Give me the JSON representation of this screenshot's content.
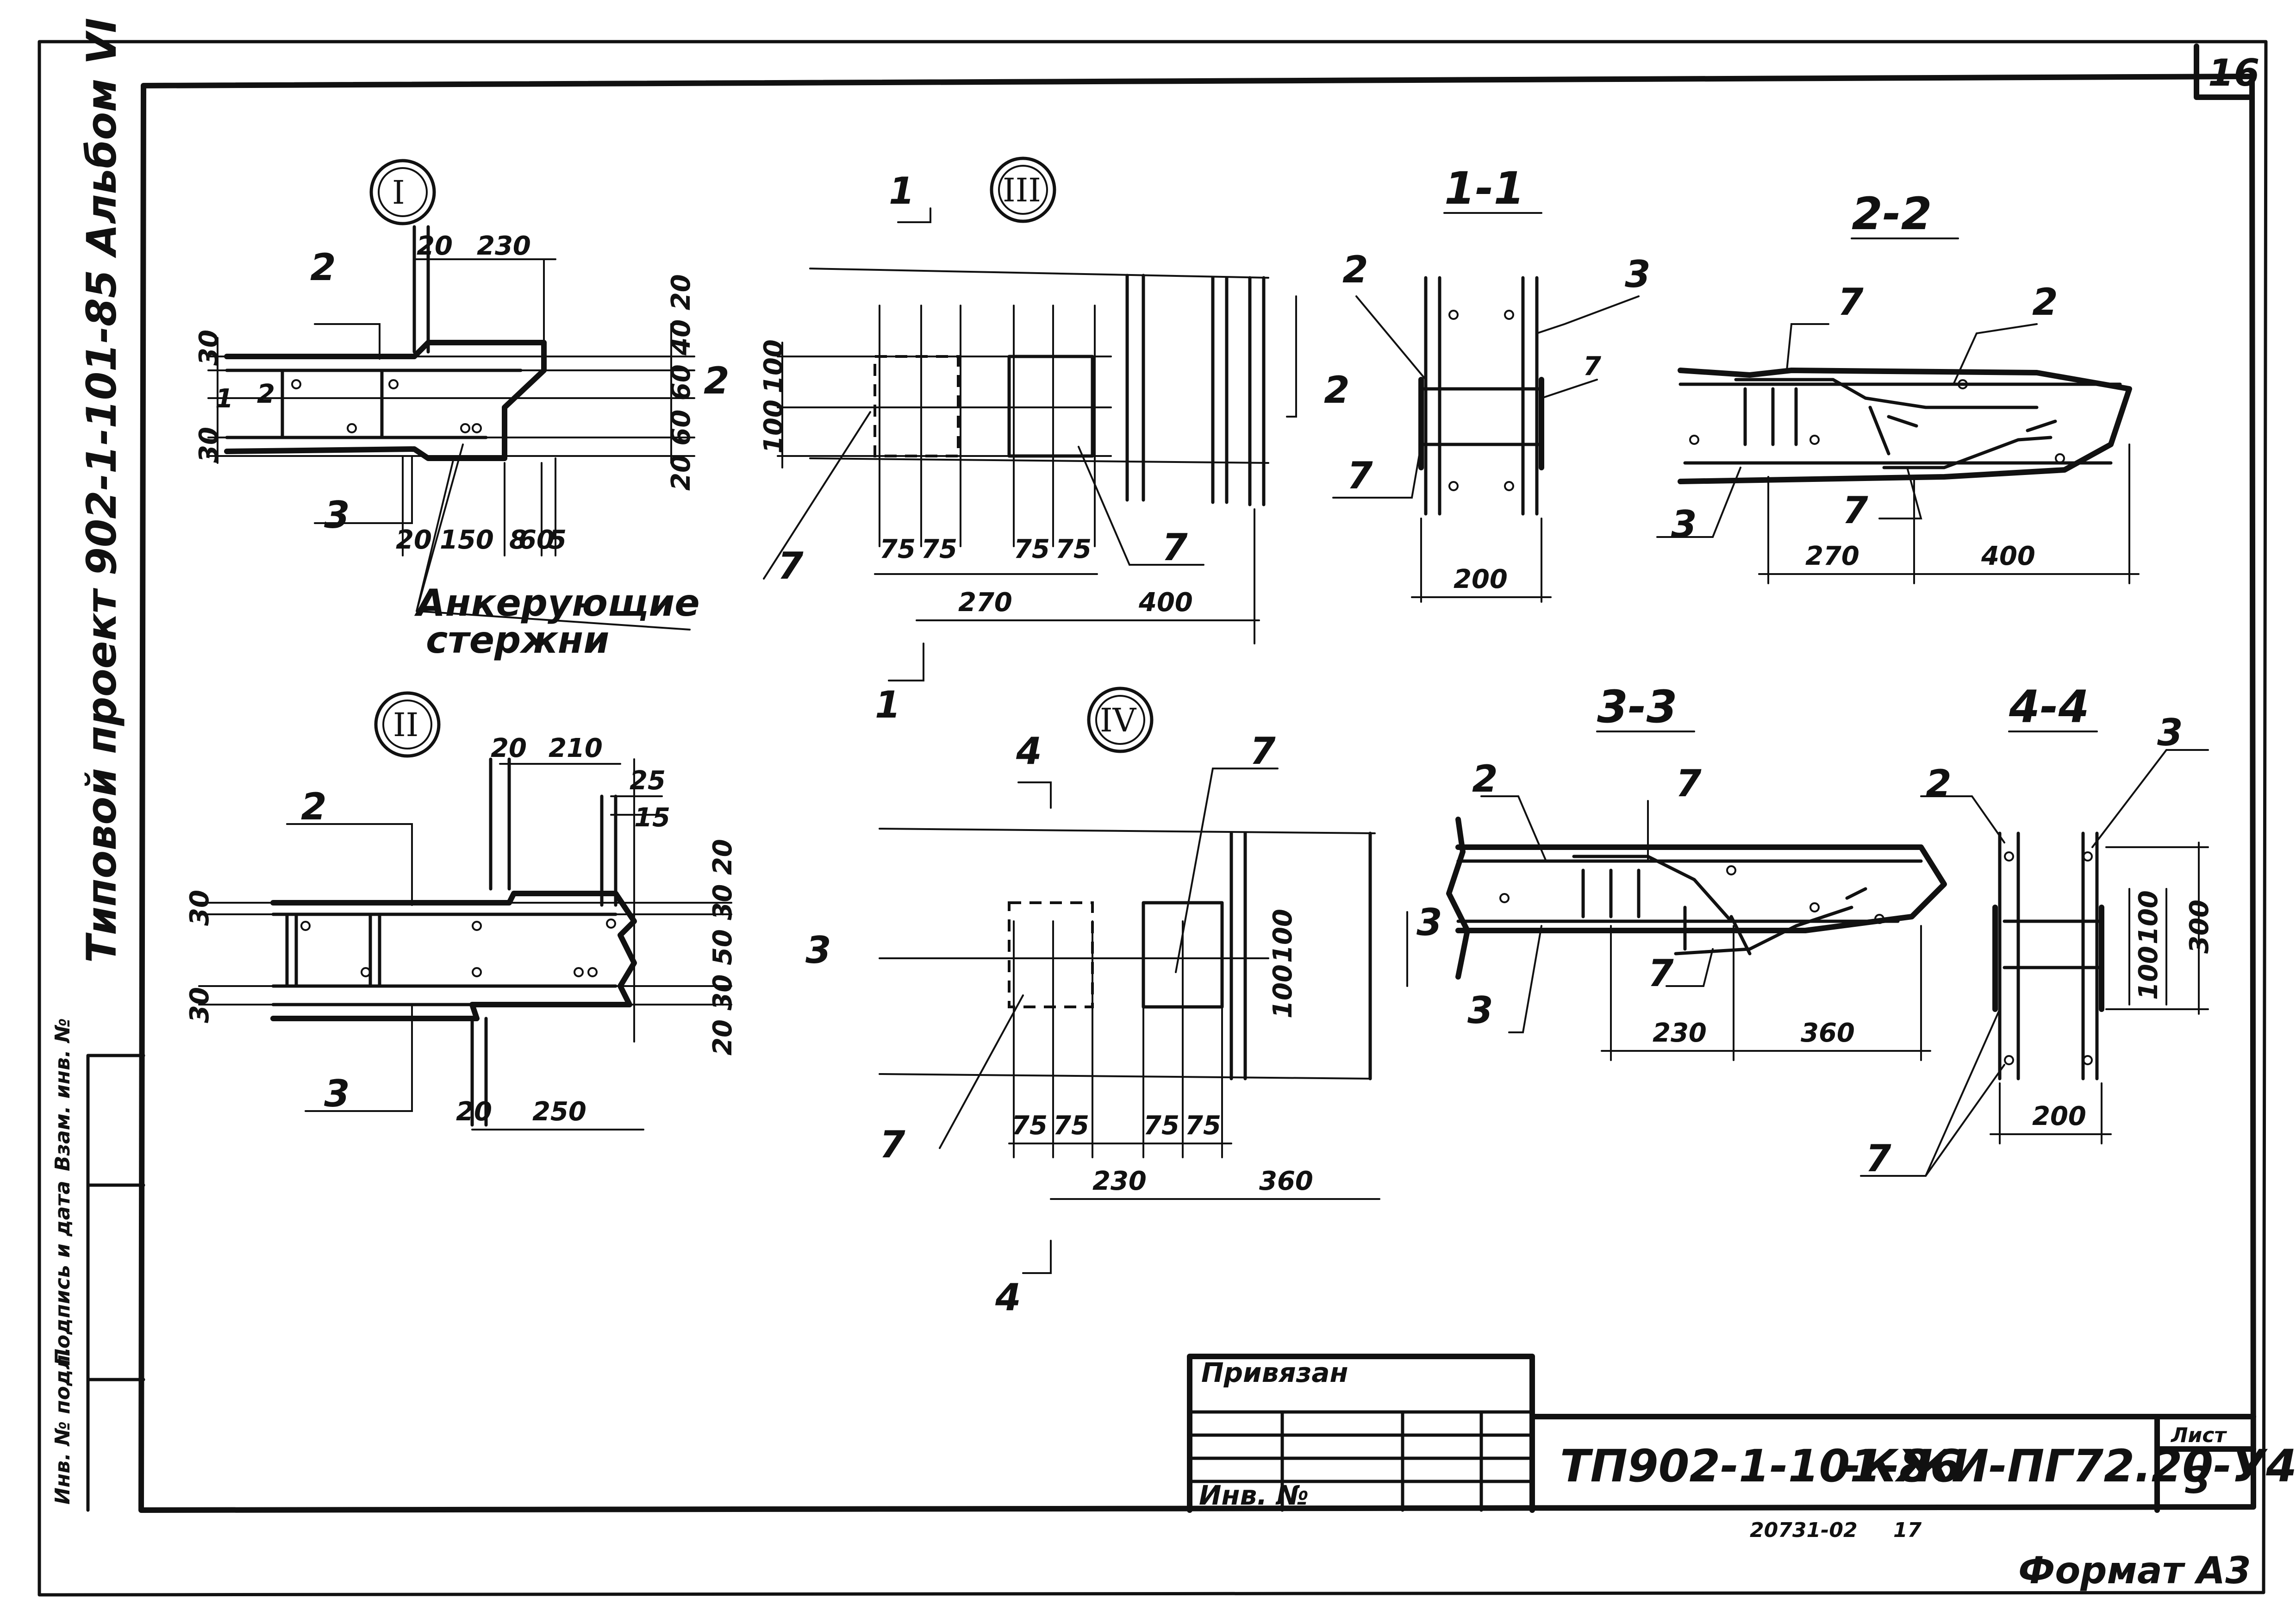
{
  "sheet": {
    "sheet_number_top": "16",
    "left_margin_title": "Типовой  проект  902-1-101-85    Альбом VI",
    "left_margin_cells": [
      "Инв. № подл.",
      "Подпись и дата",
      "Взам. инв. №"
    ],
    "format": "Формат А3",
    "archive_code": "20731-02",
    "archive_sheet": "17"
  },
  "stamp": {
    "bound_label": "Привязан",
    "inv_label": "Инв. №",
    "designation_left": "ТП902-1-101-86",
    "designation_right": "-КЖИ-ПГ72.20-У4",
    "sheet_label": "Лист",
    "sheet_value": "3"
  },
  "views": {
    "node_I": "I",
    "node_II": "II",
    "node_III": "III",
    "node_IV": "IV",
    "section_1_1": "1-1",
    "section_2_2": "2-2",
    "section_3_3": "3-3",
    "section_4_4": "4-4"
  },
  "labels": {
    "anchor_line1": "Анкерующие",
    "anchor_line2": "стержни",
    "pos2": "2",
    "pos3": "3",
    "pos7": "7",
    "pos1": "1",
    "pos4": "4"
  },
  "dims": {
    "d20": "20",
    "d230": "230",
    "d210": "210",
    "d250": "250",
    "d30": "30",
    "d150": "150",
    "d60": "60",
    "d5": "5",
    "d40": "40",
    "d8": "8",
    "d25": "25",
    "d15": "15",
    "d50": "50",
    "d75": "75",
    "d100": "100",
    "d270": "270",
    "d400": "400",
    "d200": "200",
    "d360": "360",
    "d300": "300"
  }
}
